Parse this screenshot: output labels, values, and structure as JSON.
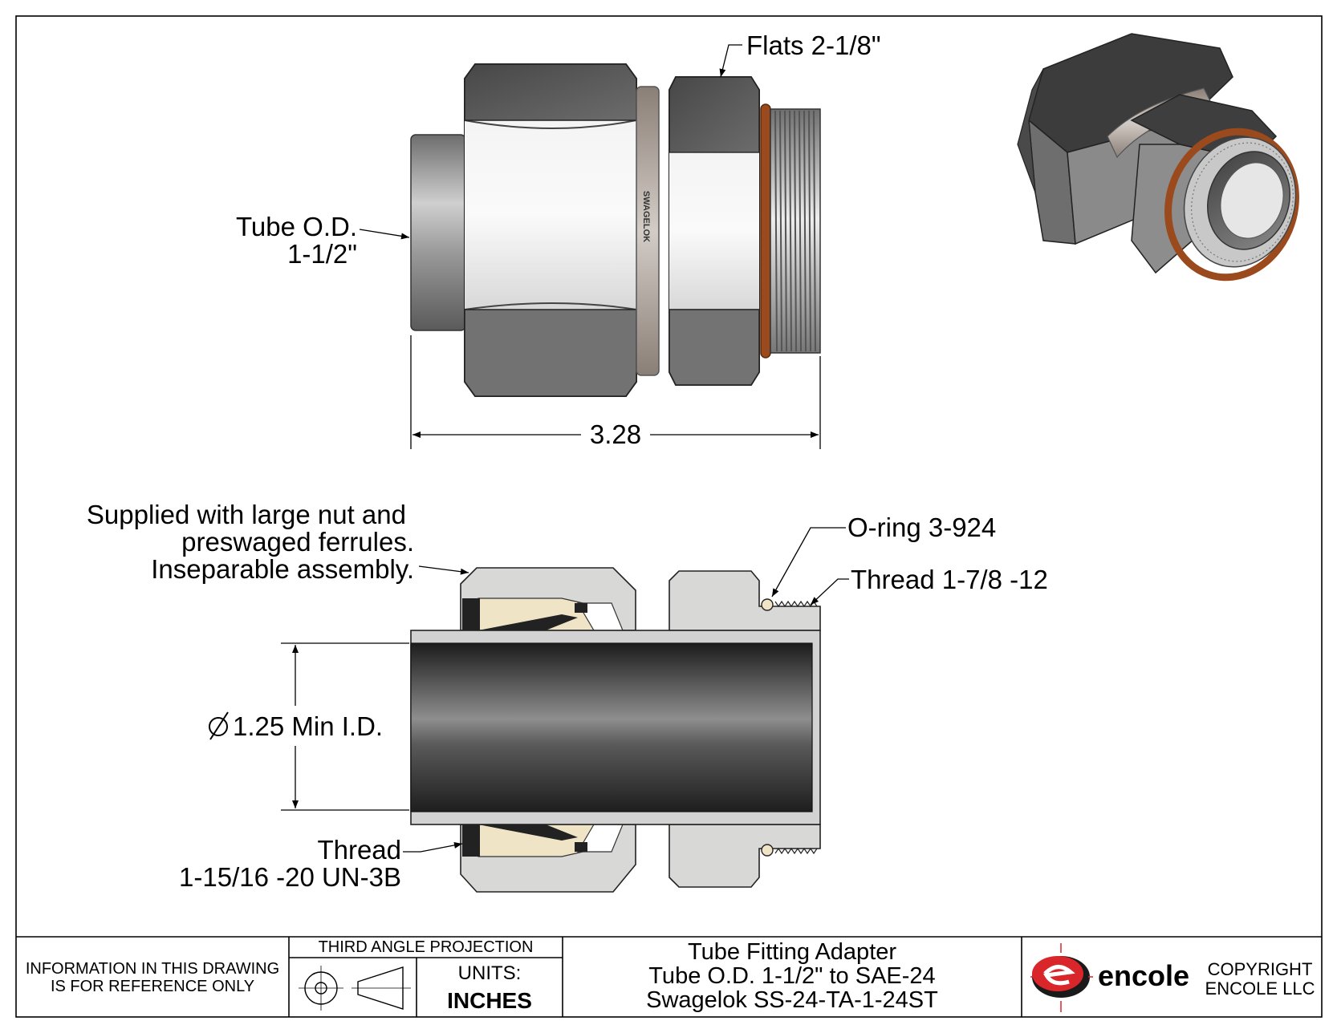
{
  "callouts": {
    "flats": "Flats 2-1/8\"",
    "tube_od_line1": "Tube O.D.",
    "tube_od_line2": "1-1/2\"",
    "length": "3.28",
    "supplied_line1": "Supplied with large nut and",
    "supplied_line2": "preswaged ferrules.",
    "supplied_line3": "Inseparable assembly.",
    "oring": "O-ring 3-924",
    "thread_sae": "Thread 1-7/8 -12",
    "min_id": "1.25 Min I.D.",
    "thread_nut_line1": "Thread",
    "thread_nut_line2": "1-15/16 -20 UN-3B",
    "nut_marking": "SWAGELOK"
  },
  "title_block": {
    "disclaimer_line1": "INFORMATION IN THIS DRAWING",
    "disclaimer_line2": "IS FOR REFERENCE ONLY",
    "projection": "THIRD ANGLE PROJECTION",
    "units_label": "UNITS:",
    "units_value": "INCHES",
    "title_line1": "Tube Fitting Adapter",
    "title_line2": "Tube O.D. 1-1/2\" to SAE-24",
    "title_line3": "Swagelok SS-24-TA-1-24ST",
    "logo_text": "encole",
    "copyright_line1": "COPYRIGHT",
    "copyright_line2": "ENCOLE  LLC"
  },
  "colors": {
    "steel_dark": "#5a5a5a",
    "steel_light": "#d4d4d4",
    "section_fill": "#d8d8d6",
    "oring": "#9a4a1c",
    "ferrule": "#efe4c6",
    "bore_dark": "#2a2a2a",
    "logo_red": "#d8262a"
  }
}
